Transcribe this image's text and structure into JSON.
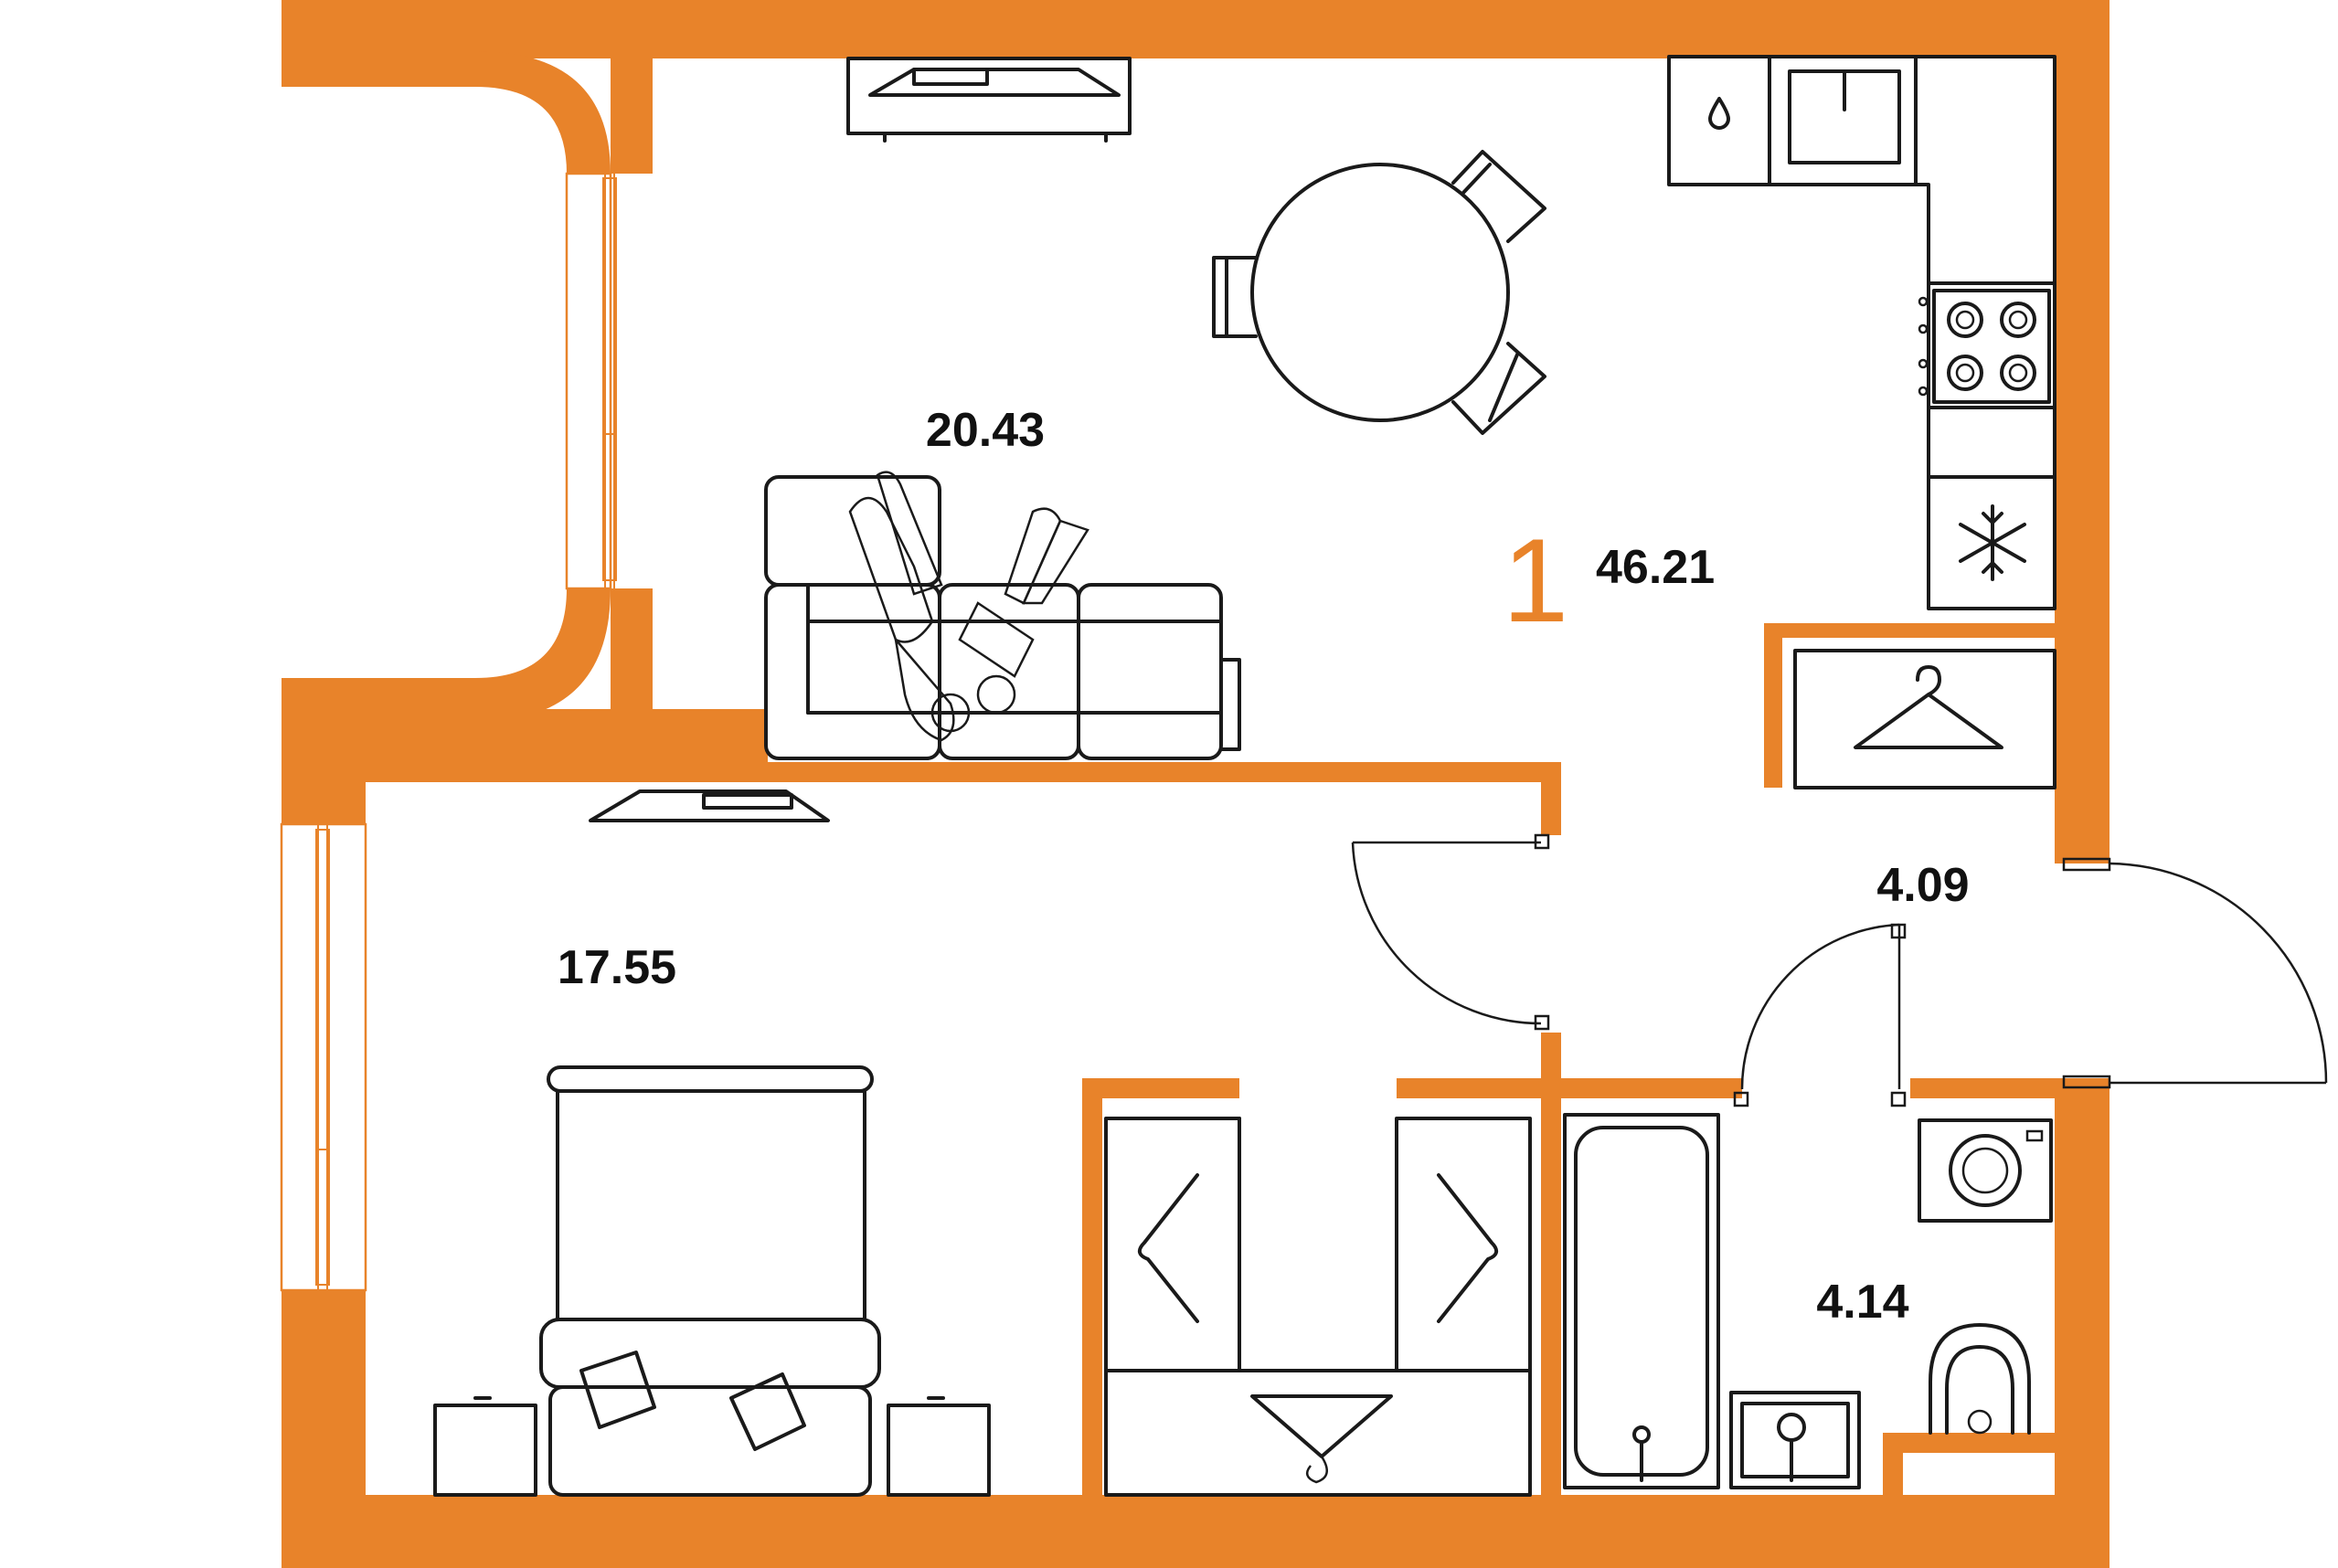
{
  "colors": {
    "wall": "#E8832A",
    "line": "#1a1a1a"
  },
  "rooms": [
    {
      "id": "living-kitchen",
      "area": "20.43"
    },
    {
      "id": "bedroom",
      "area": "17.55"
    },
    {
      "id": "hall",
      "area": "4.09"
    },
    {
      "id": "bathroom",
      "area": "4.14"
    }
  ],
  "summary": {
    "rooms_count": "1",
    "total_area": "46.21"
  },
  "icons": [
    "water-drop-icon",
    "sink-icon",
    "stove-icon",
    "snowflake-icon",
    "hanger-icon",
    "washing-machine-icon",
    "toilet-icon",
    "bathtub-icon",
    "tv-icon",
    "bed-icon",
    "sofa-icon",
    "dining-table-icon"
  ]
}
